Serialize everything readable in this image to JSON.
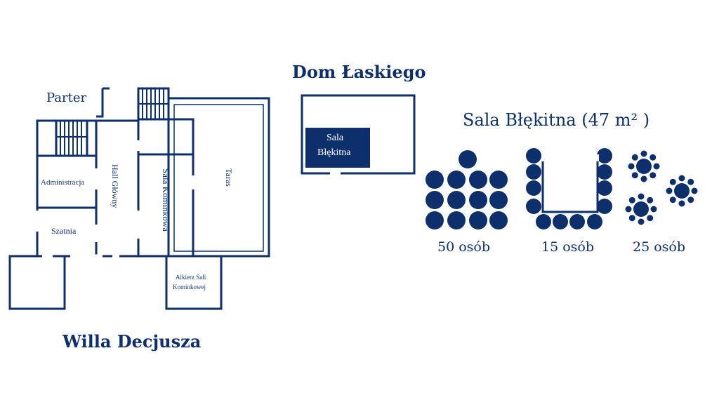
{
  "villa": {
    "title": "Willa Decjusza",
    "floor_label": "Parter",
    "rooms": {
      "administracja": "Administracja",
      "szatnia": "Szatnia",
      "hall": "Hall Główny",
      "sala_kominkowa": "Sala Kominkowa",
      "taras": "Taras",
      "alkierz_line1": "Alkierz Sali",
      "alkierz_line2": "Kominkowej"
    }
  },
  "dom": {
    "title": "Dom Łaskiego",
    "room_line1": "Sala",
    "room_line2": "Błękitna"
  },
  "sala": {
    "title": "Sala Błękitna (47 m² )",
    "layouts": [
      {
        "name": "theater",
        "caption": "50 osób",
        "capacity": 50
      },
      {
        "name": "u-shape",
        "caption": "15 osób",
        "capacity": 15
      },
      {
        "name": "banquet",
        "caption": "25 osób",
        "capacity": 25
      }
    ]
  },
  "colors": {
    "primary": "#0d2f6b",
    "background": "#ffffff"
  }
}
